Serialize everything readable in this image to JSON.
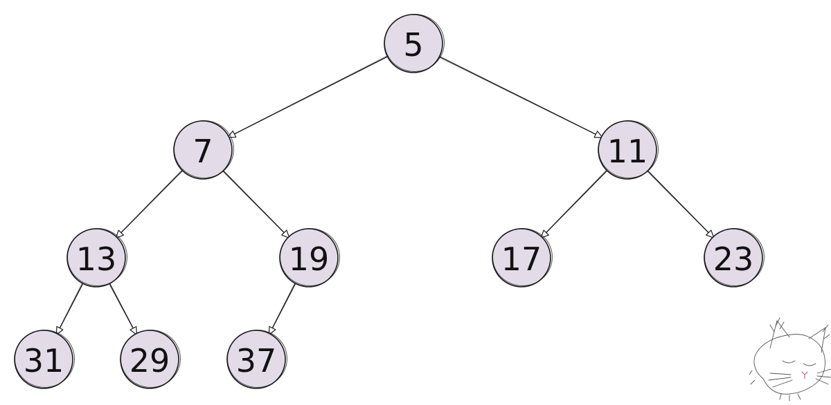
{
  "colors": {
    "node_fill": "#e4dbe9",
    "stroke": "#1a1a1a",
    "background": "#ffffff"
  },
  "tree": {
    "nodes": [
      {
        "id": "n5",
        "label": "5"
      },
      {
        "id": "n7",
        "label": "7"
      },
      {
        "id": "n11",
        "label": "11"
      },
      {
        "id": "n13",
        "label": "13"
      },
      {
        "id": "n19",
        "label": "19"
      },
      {
        "id": "n17",
        "label": "17"
      },
      {
        "id": "n23",
        "label": "23"
      },
      {
        "id": "n31",
        "label": "31"
      },
      {
        "id": "n29",
        "label": "29"
      },
      {
        "id": "n37",
        "label": "37"
      }
    ],
    "edges": [
      {
        "from": "n5",
        "to": "n7"
      },
      {
        "from": "n5",
        "to": "n11"
      },
      {
        "from": "n7",
        "to": "n13"
      },
      {
        "from": "n7",
        "to": "n19"
      },
      {
        "from": "n11",
        "to": "n17"
      },
      {
        "from": "n11",
        "to": "n23"
      },
      {
        "from": "n13",
        "to": "n31"
      },
      {
        "from": "n13",
        "to": "n29"
      },
      {
        "from": "n19",
        "to": "n37"
      }
    ]
  },
  "decoration": {
    "icon": "sleeping-cat-doodle-icon"
  }
}
